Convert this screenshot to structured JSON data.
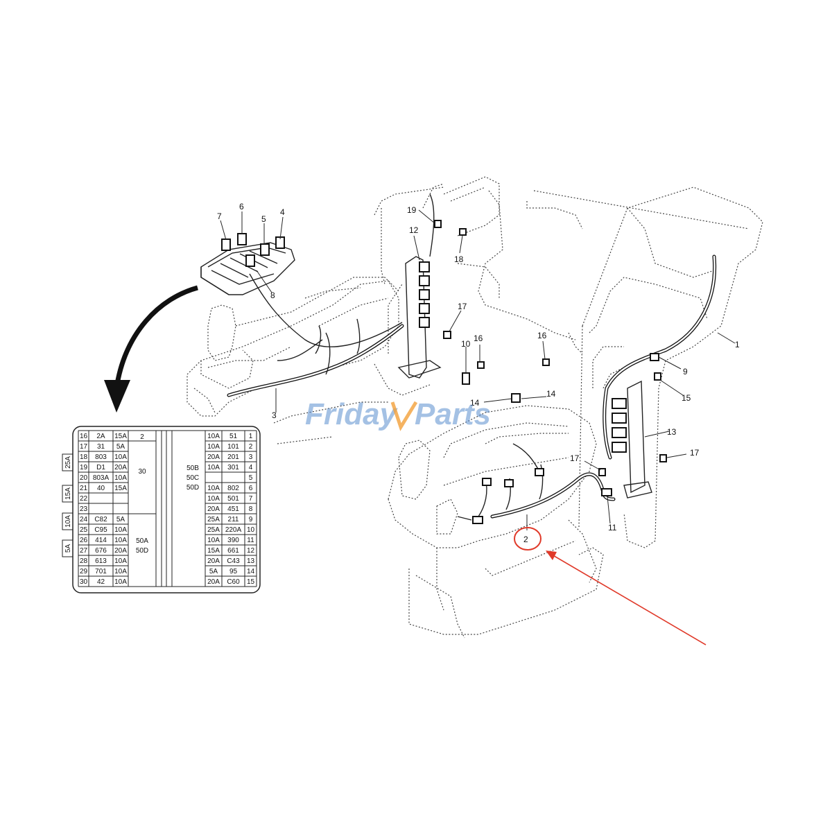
{
  "watermark": {
    "word1": "Friday",
    "word2": "Parts",
    "color": "#5b8fcf",
    "accent": "#f2a03a"
  },
  "highlight": {
    "color": "#e03a2a",
    "label": "2"
  },
  "callouts": {
    "c1": "1",
    "c2": "2",
    "c3": "3",
    "c4": "4",
    "c5": "5",
    "c6": "6",
    "c7": "7",
    "c8": "8",
    "c9": "9",
    "c10": "10",
    "c11": "11",
    "c12": "12",
    "c13": "13",
    "c14a": "14",
    "c14b": "14",
    "c15": "15",
    "c16a": "16",
    "c16b": "16",
    "c17a": "17",
    "c17b": "17",
    "c17c": "17",
    "c18": "18",
    "c19": "19"
  },
  "fuse_side_labels": [
    "25A",
    "15A",
    "10A",
    "5A"
  ],
  "fuse_table": {
    "left_rows": [
      [
        "16",
        "2A",
        "15A"
      ],
      [
        "17",
        "31",
        "5A"
      ],
      [
        "18",
        "803",
        "10A"
      ],
      [
        "19",
        "D1",
        "20A"
      ],
      [
        "20",
        "803A",
        "10A"
      ],
      [
        "21",
        "40",
        "15A"
      ],
      [
        "22",
        "",
        ""
      ],
      [
        "23",
        "",
        ""
      ],
      [
        "24",
        "C82",
        "5A"
      ],
      [
        "25",
        "C95",
        "10A"
      ],
      [
        "26",
        "414",
        "10A"
      ],
      [
        "27",
        "676",
        "20A"
      ],
      [
        "28",
        "613",
        "10A"
      ],
      [
        "29",
        "701",
        "10A"
      ],
      [
        "30",
        "42",
        "10A"
      ]
    ],
    "right_rows": [
      [
        "10A",
        "51",
        "1"
      ],
      [
        "10A",
        "101",
        "2"
      ],
      [
        "20A",
        "201",
        "3"
      ],
      [
        "10A",
        "301",
        "4"
      ],
      [
        "",
        "",
        "5"
      ],
      [
        "10A",
        "802",
        "6"
      ],
      [
        "10A",
        "501",
        "7"
      ],
      [
        "20A",
        "451",
        "8"
      ],
      [
        "25A",
        "211",
        "9"
      ],
      [
        "25A",
        "220A",
        "10"
      ],
      [
        "10A",
        "390",
        "11"
      ],
      [
        "15A",
        "661",
        "12"
      ],
      [
        "20A",
        "C43",
        "13"
      ],
      [
        "5A",
        "95",
        "14"
      ],
      [
        "20A",
        "C60",
        "15"
      ]
    ],
    "mid_top": "2",
    "mid_30": "30",
    "mid_50a": "50A",
    "mid_50d": "50D",
    "mid_50b": "50B",
    "mid_50c": "50C",
    "mid_50d2": "50D"
  }
}
